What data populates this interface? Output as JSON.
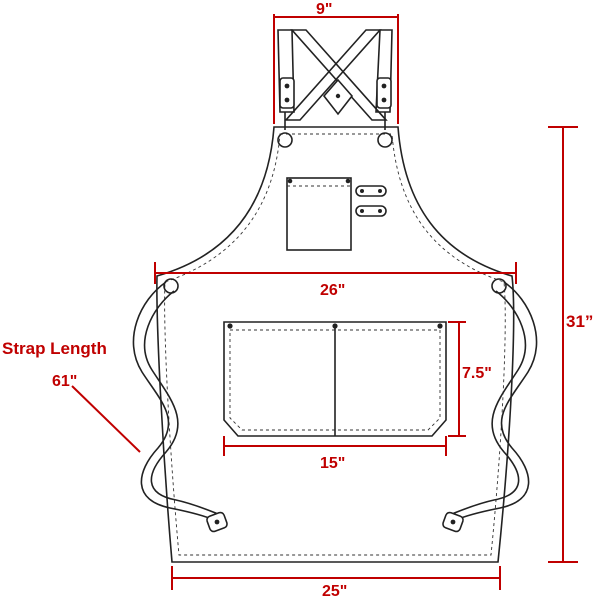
{
  "labels": {
    "strap_top_width": "9\"",
    "chest_width": "26\"",
    "apron_height": "31”",
    "strap_title": "Strap Length",
    "strap_length": "61\"",
    "pocket_height": "7.5\"",
    "pocket_width": "15\"",
    "bottom_width": "25\""
  },
  "colors": {
    "dimension": "#c00000",
    "outline": "#222222",
    "background": "#ffffff"
  }
}
